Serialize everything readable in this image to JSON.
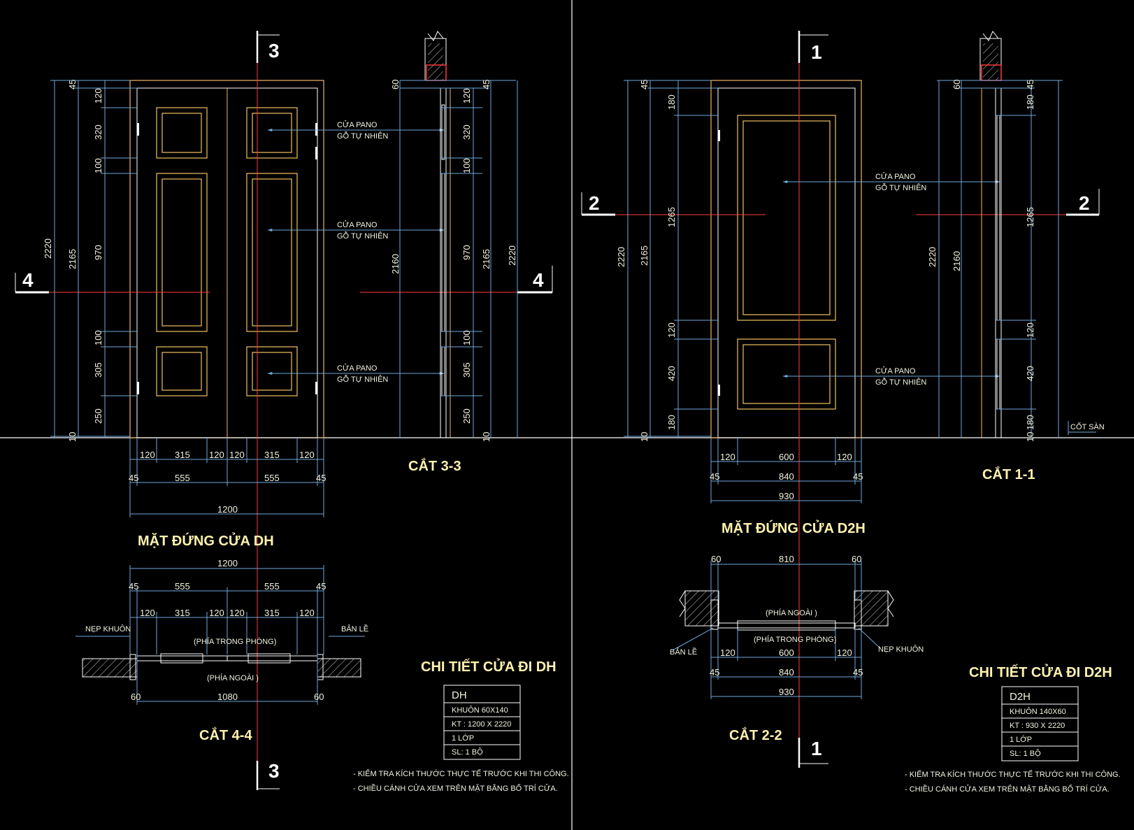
{
  "colors": {
    "background": "#000000",
    "frame_line": "#ffffff",
    "door_outline": "#f4b46c",
    "panel": "#f0c060",
    "dimension": "#6fa8dc",
    "section_line": "#ff3b3b",
    "text": "#f2f2e0",
    "title_text": "#fff3b0"
  },
  "left": {
    "elevation_title": "MẶT ĐỨNG CỬA DH",
    "section_3_title": "CẮT 3-3",
    "section_4_title": "CẮT 4-4",
    "detail_title": "CHI TIẾT CỬA ĐI DH",
    "markers": {
      "top": "3",
      "bottom": "3",
      "left": "4",
      "right": "4"
    },
    "panel_labels": [
      {
        "line1": "CỬA PANO",
        "line2": "GỖ TỰ NHIÊN"
      },
      {
        "line1": "CỬA PANO",
        "line2": "GỖ TỰ NHIÊN"
      },
      {
        "line1": "CỬA PANO",
        "line2": "GỖ TỰ NHIÊN"
      }
    ],
    "dims_left_outer": [
      "2220",
      "2165",
      "45",
      "10"
    ],
    "dims_left_inner": [
      "120",
      "320",
      "100",
      "970",
      "100",
      "305",
      "250"
    ],
    "dims_bottom_row1": [
      "120",
      "315",
      "120",
      "120",
      "315",
      "120"
    ],
    "dims_bottom_row2": [
      "45",
      "555",
      "555",
      "45"
    ],
    "dims_bottom_total": "1200",
    "section3_dims": [
      "60",
      "2160",
      "120",
      "320",
      "100",
      "970",
      "100",
      "305",
      "250",
      "45",
      "2165",
      "2220",
      "10"
    ],
    "plan_dims_top": [
      "1200",
      "45",
      "555",
      "555",
      "45",
      "120",
      "315",
      "120",
      "120",
      "315",
      "120"
    ],
    "plan_dims_bottom": [
      "60",
      "1080",
      "60"
    ],
    "plan_labels": {
      "inside": "(PHÍA TRONG PHÒNG)",
      "outside": "(PHÍA NGOÀI )",
      "frame": "NẸP KHUÔN",
      "hinge": "BẢN LỀ"
    },
    "table": {
      "header": "DH",
      "rows": [
        "KHUÔN 60X140",
        "KT : 1200 X 2220",
        "1 LỚP",
        "SL: 1 BỘ"
      ]
    },
    "notes": [
      "- KIỂM TRA KÍCH THƯỚC THỰC TẾ TRƯỚC KHI THI CÔNG.",
      "- CHIỀU CÁNH CỬA XEM TRÊN MẶT BẰNG BỐ TRÍ CỬA."
    ]
  },
  "right": {
    "elevation_title": "MẶT ĐỨNG CỬA D2H",
    "section_1_title": "CẮT 1-1",
    "section_2_title": "CẮT 2-2",
    "detail_title": "CHI TIẾT CỬA ĐI D2H",
    "markers": {
      "top": "1",
      "bottom": "1",
      "left": "2",
      "right": "2"
    },
    "panel_labels": [
      {
        "line1": "CỬA PANO",
        "line2": "GỖ TỰ NHIÊN"
      },
      {
        "line1": "CỬA PANO",
        "line2": "GỖ TỰ NHIÊN"
      }
    ],
    "dims_left_outer": [
      "2220",
      "2165",
      "45",
      "10"
    ],
    "dims_left_inner": [
      "180",
      "1265",
      "120",
      "420",
      "180"
    ],
    "dims_bottom_row1": [
      "120",
      "600",
      "120"
    ],
    "dims_bottom_row2": [
      "45",
      "840",
      "45"
    ],
    "dims_bottom_total": "930",
    "section1_dims": [
      "60",
      "2160",
      "2220",
      "45",
      "180",
      "1265",
      "120",
      "420",
      "180",
      "10"
    ],
    "floor_label": "CỐT SÀN",
    "plan_dims_top": [
      "60",
      "810",
      "60"
    ],
    "plan_dims_bottom": [
      "120",
      "600",
      "120",
      "45",
      "840",
      "45",
      "930"
    ],
    "plan_labels": {
      "outside": "(PHÍA NGOÀI )",
      "inside": "(PHÍA TRONG PHÒNG)",
      "hinge": "BẢN LỀ",
      "frame": "NẸP KHUÔN"
    },
    "table": {
      "header": "D2H",
      "rows": [
        "KHUÔN 140X60",
        "KT : 930 X 2220",
        "1 LỚP",
        "SL: 1 BỘ"
      ]
    },
    "notes": [
      "- KIỂM TRA KÍCH THƯỚC THỰC TẾ TRƯỚC KHI THI CÔNG.",
      "- CHIỀU CÁNH CỬA XEM TRÊN MẶT BẰNG BỐ TRÍ CỬA."
    ]
  }
}
